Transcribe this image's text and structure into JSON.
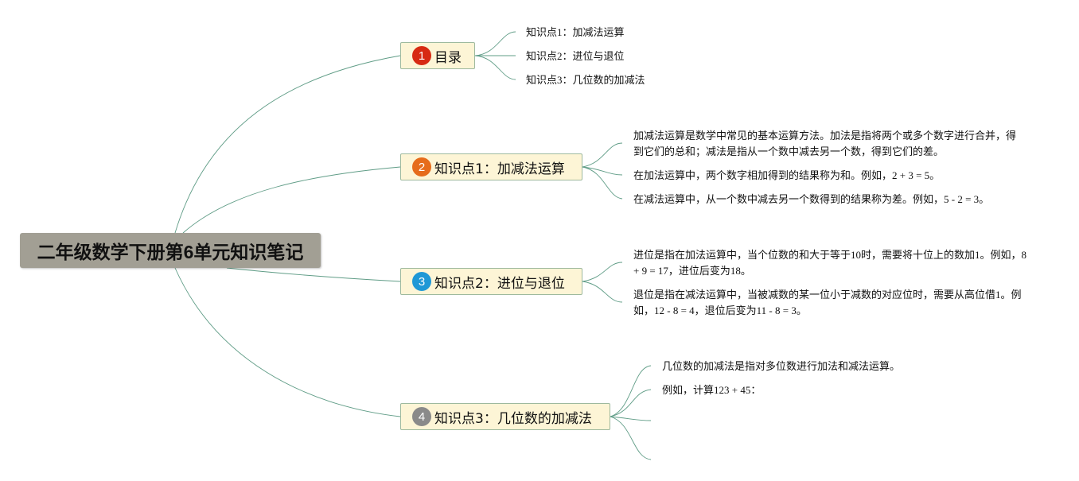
{
  "root": {
    "title": "二年级数学下册第6单元知识笔记"
  },
  "topics": [
    {
      "number": "1",
      "badge_color": "#d72a13",
      "label": "目录",
      "items": [
        "知识点1：加减法运算",
        "知识点2：进位与退位",
        "知识点3：几位数的加减法"
      ]
    },
    {
      "number": "2",
      "badge_color": "#e66c1c",
      "label": "知识点1：加减法运算",
      "items": [
        "加减法运算是数学中常见的基本运算方法。加法是指将两个或多个数字进行合并，得到它们的总和；减法是指从一个数中减去另一个数，得到它们的差。",
        "在加法运算中，两个数字相加得到的结果称为和。例如，2 + 3 = 5。",
        "在减法运算中，从一个数中减去另一个数得到的结果称为差。例如，5 - 2 = 3。"
      ]
    },
    {
      "number": "3",
      "badge_color": "#1f98d6",
      "label": "知识点2：进位与退位",
      "items": [
        "进位是指在加法运算中，当个位数的和大于等于10时，需要将十位上的数加1。例如，8 + 9 = 17，进位后变为18。",
        "退位是指在减法运算中，当被减数的某一位小于减数的对应位时，需要从高位借1。例如，12 - 8 = 4，退位后变为11 - 8 = 3。"
      ]
    },
    {
      "number": "4",
      "badge_color": "#8a8a8a",
      "label": "知识点3：几位数的加减法",
      "items": [
        "几位数的加减法是指对多位数进行加法和减法运算。",
        "例如，计算123 + 45："
      ]
    }
  ],
  "colors": {
    "link": "#5f9c86",
    "topic_fill": "#fdf5d6",
    "topic_border": "#9eb99e",
    "root_fill": "#a29f94"
  }
}
